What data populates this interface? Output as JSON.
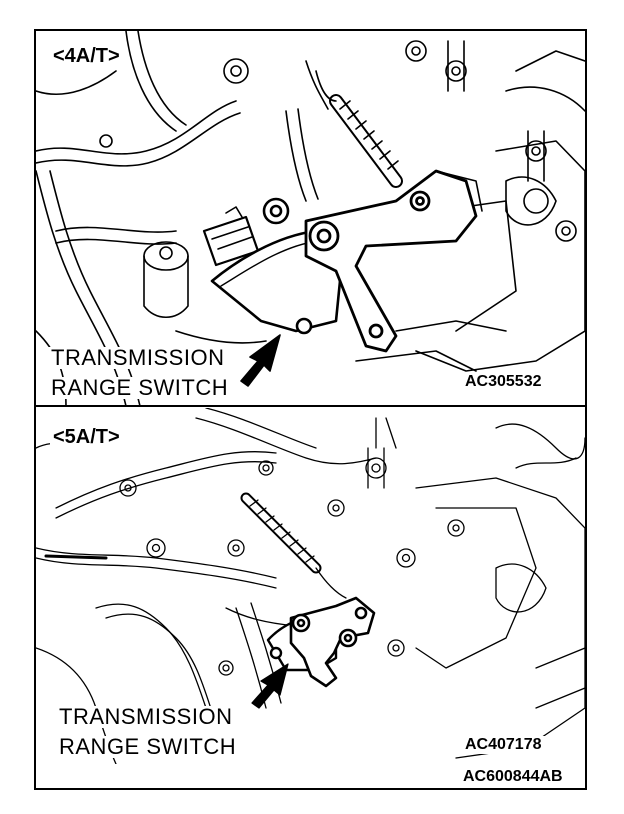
{
  "top_panel": {
    "variant": "<4A/T>",
    "callout_line1": "TRANSMISSION",
    "callout_line2": "RANGE SWITCH",
    "figure_id": "AC305532"
  },
  "bottom_panel": {
    "variant": "<5A/T>",
    "callout_line1": "TRANSMISSION",
    "callout_line2": "RANGE SWITCH",
    "figure_id": "AC407178"
  },
  "document_id": "AC600844AB"
}
